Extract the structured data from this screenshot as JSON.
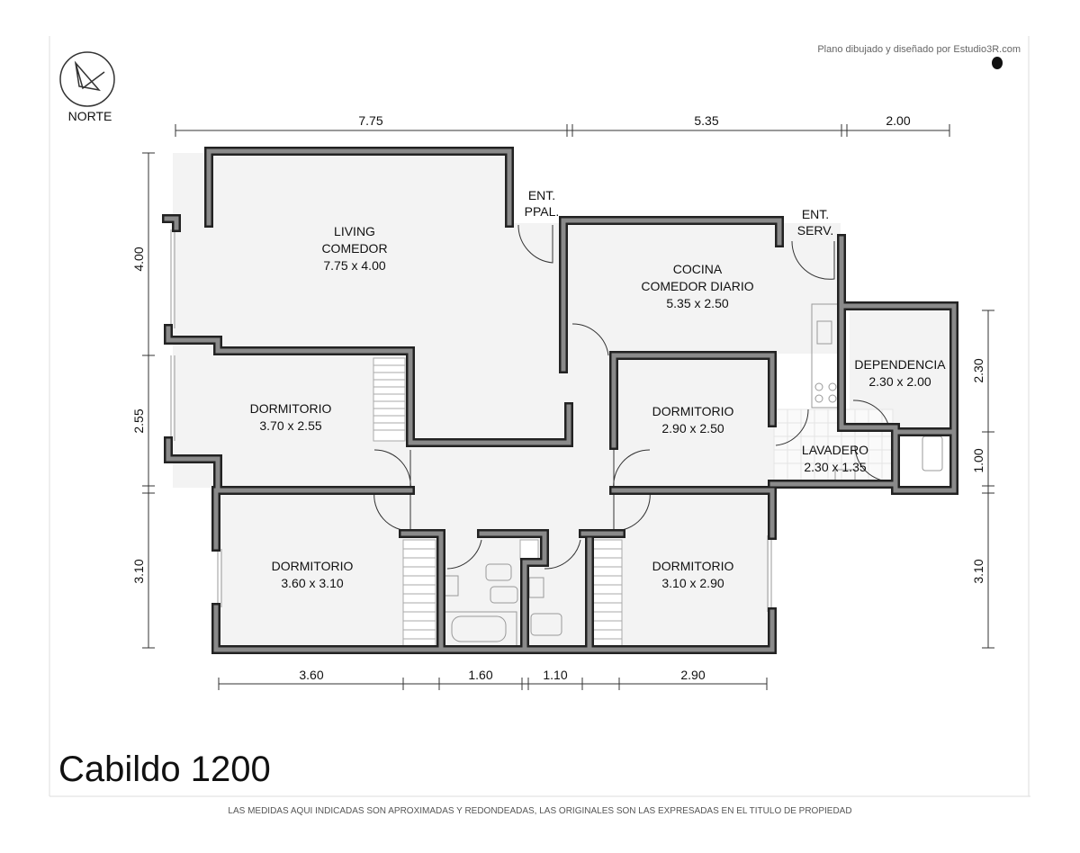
{
  "credit": "Plano dibujado y diseñado por Estudio3R.com",
  "north_label": "NORTE",
  "title": "Cabildo 1200",
  "disclaimer": "LAS MEDIDAS AQUI INDICADAS SON APROXIMADAS Y REDONDEADAS, LAS ORIGINALES SON LAS EXPRESADAS EN EL TITULO DE PROPIEDAD",
  "entrances": {
    "main": [
      "ENT.",
      "PPAL."
    ],
    "service": [
      "ENT.",
      "SERV."
    ]
  },
  "rooms": [
    {
      "name": [
        "LIVING",
        "COMEDOR"
      ],
      "size": "7.75 x 4.00"
    },
    {
      "name": [
        "COCINA",
        "COMEDOR DIARIO"
      ],
      "size": "5.35 x 2.50"
    },
    {
      "name": [
        "DEPENDENCIA"
      ],
      "size": "2.30 x 2.00"
    },
    {
      "name": [
        "DORMITORIO"
      ],
      "size": "3.70 x 2.55"
    },
    {
      "name": [
        "DORMITORIO"
      ],
      "size": "2.90 x 2.50"
    },
    {
      "name": [
        "LAVADERO"
      ],
      "size": "2.30 x 1.35"
    },
    {
      "name": [
        "DORMITORIO"
      ],
      "size": "3.60 x 3.10"
    },
    {
      "name": [
        "DORMITORIO"
      ],
      "size": "3.10 x 2.90"
    }
  ],
  "dimensions": {
    "top": [
      "7.75",
      "5.35",
      "2.00"
    ],
    "bottom": [
      "3.60",
      "1.60",
      "1.10",
      "2.90"
    ],
    "left": [
      "4.00",
      "2.55",
      "3.10"
    ],
    "right": [
      "2.30",
      "1.00",
      "3.10"
    ]
  }
}
